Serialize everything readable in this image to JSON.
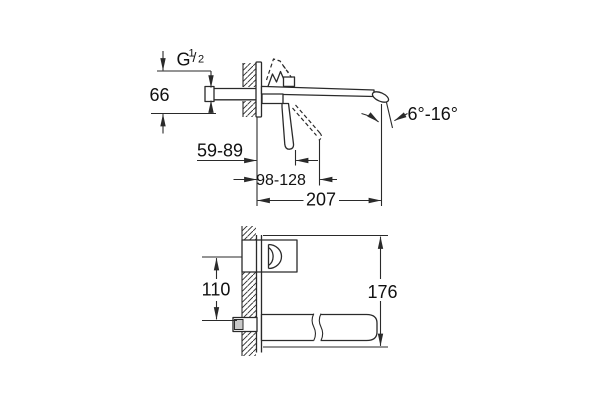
{
  "drawing": {
    "type": "faucet-installation-dimension-drawing",
    "colors": {
      "line": "#2a2a2a",
      "background": "#ffffff"
    },
    "thread_label": {
      "full": "G 1/2",
      "main": "G",
      "sup": "1",
      "slash": "/",
      "sub": "2"
    },
    "dimensions": {
      "supply_height": "66",
      "lever_projection_range": "59-89",
      "handle_projection_range": "98-128",
      "spout_length": "207",
      "aerator_angle_range": "6°-16°",
      "handle_to_spout_distance": "110",
      "total_height": "176"
    }
  }
}
